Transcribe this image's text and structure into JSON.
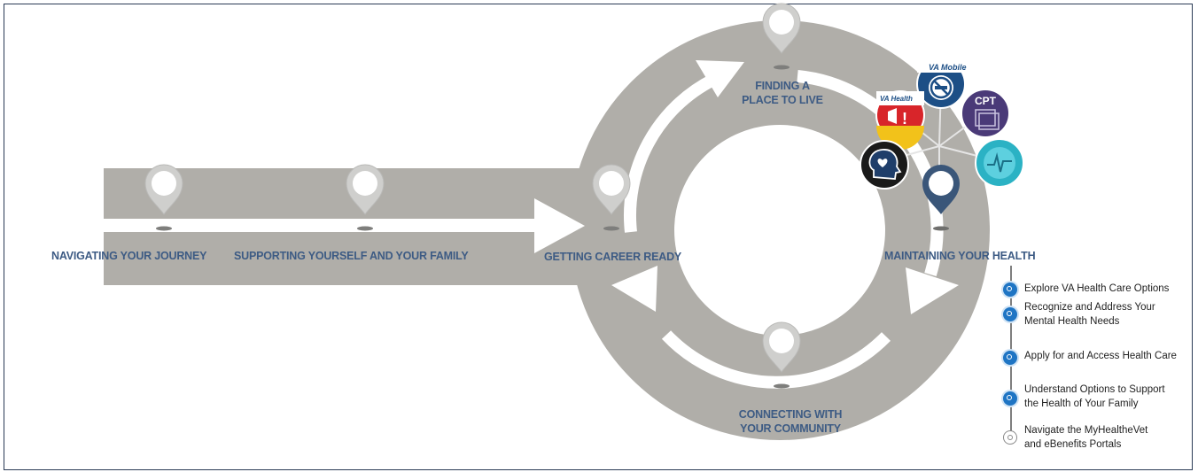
{
  "stages": [
    {
      "id": "navigating",
      "label": "NAVIGATING YOUR JOURNEY"
    },
    {
      "id": "supporting",
      "label": "SUPPORTING YOURSELF AND YOUR FAMILY"
    },
    {
      "id": "career",
      "label": "GETTING CAREER READY"
    },
    {
      "id": "place",
      "label_line1": "FINDING A",
      "label_line2": "PLACE TO LIVE"
    },
    {
      "id": "health",
      "label": "MAINTAINING YOUR HEALTH"
    },
    {
      "id": "community",
      "label_line1": "CONNECTING WITH",
      "label_line2": "YOUR COMMUNITY"
    }
  ],
  "health_steps": [
    {
      "line1": "Explore VA Health Care Options",
      "line2": "",
      "icon": "health-dot-icon"
    },
    {
      "line1": "Recognize and Address Your",
      "line2": "Mental Health Needs",
      "icon": "health-dot-icon"
    },
    {
      "line1": "Apply for and Access Health Care",
      "line2": "",
      "icon": "health-dot-icon"
    },
    {
      "line1": "Understand Options to Support",
      "line2": "the Health of Your Family",
      "icon": "health-dot-icon"
    },
    {
      "line1": "Navigate the MyHealtheVet",
      "line2": "and eBenefits Portals",
      "icon": "share-icon"
    }
  ],
  "apps": {
    "va_mobile": "VA Mobile",
    "va_health": "VA Health",
    "cpt": "CPT"
  },
  "colors": {
    "road": "#b0aea9",
    "arrow": "#ffffff",
    "label": "#3d5b84",
    "active_pin": "#3a5679",
    "inactive_pin": "#c9c9c7",
    "step_dot": "#1f75c4"
  }
}
